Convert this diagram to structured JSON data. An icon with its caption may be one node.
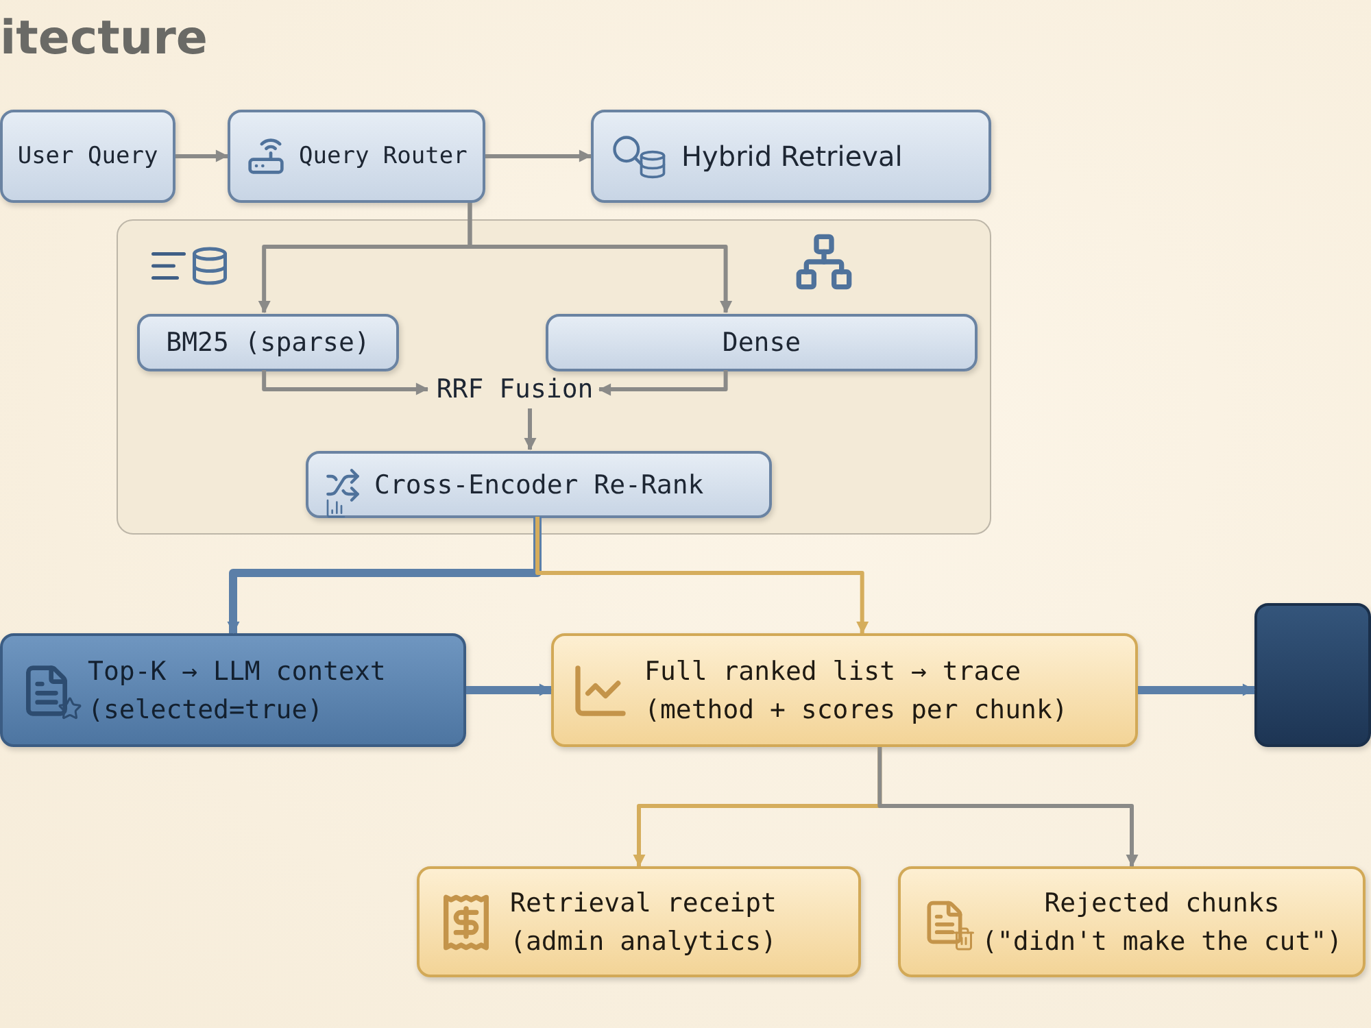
{
  "diagram": {
    "title": "itecture",
    "nodes": [
      {
        "text": [
          "User Query"
        ]
      },
      {
        "text": [
          "Query Router"
        ]
      },
      {
        "text": [
          "Hybrid Retrieval"
        ]
      },
      {
        "text": [],
        "shape": "box"
      },
      {
        "text": [
          "BM25 (sparse)"
        ],
        "in": 3
      },
      {
        "text": [
          "Dense"
        ],
        "in": 3
      },
      {
        "text": [
          "RRF Fusion"
        ],
        "in": 3
      },
      {
        "text": [
          "Cross-Encoder Re-Rank"
        ],
        "in": 3
      },
      {
        "text": [
          "Top-K → LLM context",
          "(selected=true)"
        ]
      },
      {
        "text": [
          "Full ranked list → trace",
          "(method + scores per chunk)"
        ]
      },
      {
        "text": [],
        "shape": "box"
      },
      {
        "text": [
          "Retrieval receipt",
          "(admin analytics)"
        ]
      },
      {
        "text": [
          "Rejected chunks",
          "(\"didn't make the cut\")"
        ]
      }
    ],
    "edges": [
      {
        "from": 0,
        "to": 1,
        "arrow": "to"
      },
      {
        "from": 1,
        "to": 2,
        "arrow": "to"
      },
      {
        "from": 1,
        "to": 4,
        "arrow": "to"
      },
      {
        "from": 1,
        "to": 5,
        "arrow": "to"
      },
      {
        "from": 4,
        "to": 6,
        "arrow": "to"
      },
      {
        "from": 5,
        "to": 6,
        "arrow": "to"
      },
      {
        "from": 6,
        "to": 7,
        "arrow": "to"
      },
      {
        "from": 7,
        "to": 8,
        "arrow": "to",
        "style": "thick",
        "color": "#5b7fa8"
      },
      {
        "from": 7,
        "to": 9,
        "arrow": "to",
        "color": "#d5ad5c"
      },
      {
        "from": 8,
        "to": 9,
        "arrow": "to",
        "style": "thick",
        "color": "#5b7fa8"
      },
      {
        "from": 9,
        "to": 10,
        "arrow": "to",
        "style": "thick",
        "color": "#5b7fa8"
      },
      {
        "from": 9,
        "to": 11,
        "arrow": "to",
        "color": "#d5ad5c"
      },
      {
        "from": 9,
        "to": 12,
        "arrow": "to"
      }
    ]
  }
}
